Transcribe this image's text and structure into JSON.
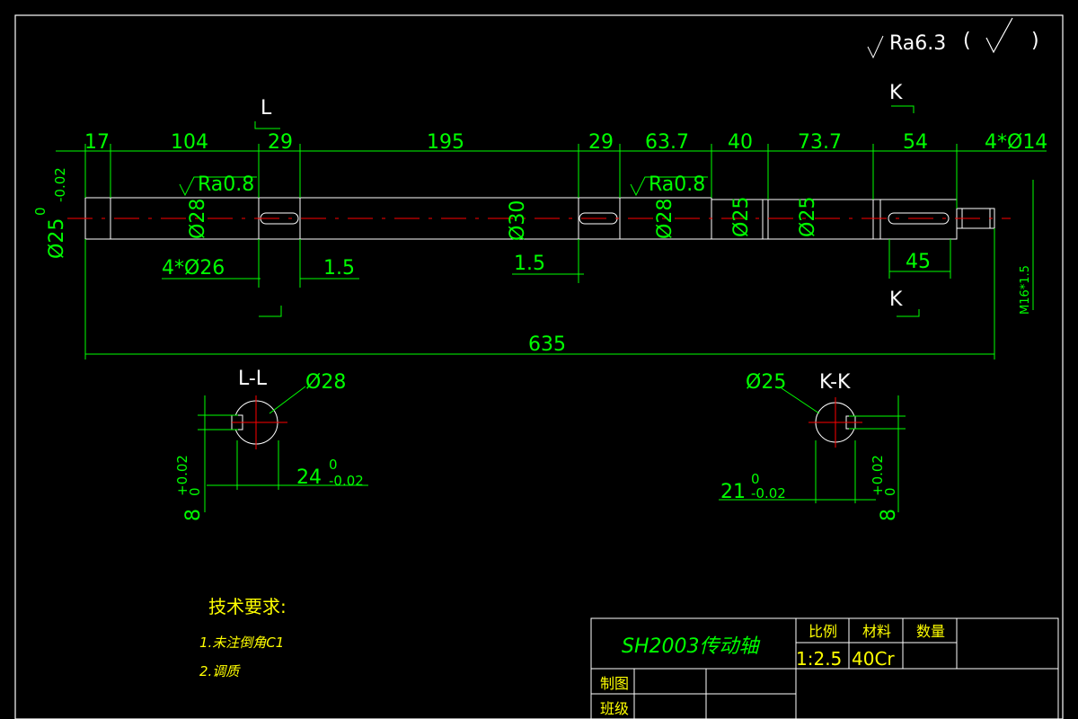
{
  "surface_note": {
    "symbol": "Ra6.3",
    "open": "(",
    "close": ")"
  },
  "section_marks": {
    "top_L": "L",
    "top_K": "K",
    "bottom_K": "K"
  },
  "dims_top": {
    "d17": "17",
    "d104": "104",
    "d29a": "29",
    "d195": "195",
    "d29b": "29",
    "d63_7": "63.7",
    "d40": "40",
    "d73_7": "73.7",
    "d54": "54",
    "d4x14": "4*Ø14"
  },
  "roughness": {
    "left": "Ra0.8",
    "right": "Ra0.8"
  },
  "diameters": {
    "left_tol_top": "0",
    "left_tol_bot": "-0.02",
    "left_dia": "Ø25",
    "d28a": "Ø28",
    "d30": "Ø30",
    "d28b": "Ø28",
    "d25a": "Ø25",
    "d25b": "Ø25"
  },
  "dims_bottom": {
    "d4x26": "4*Ø26",
    "d1_5a": "1.5",
    "d1_5b": "1.5",
    "d45": "45",
    "thread": "M16*1.5",
    "overall": "635"
  },
  "section_LL": {
    "title": "L-L",
    "dia": "Ø28",
    "width": "24",
    "width_tol_top": "0",
    "width_tol_bot": "-0.02",
    "key": "8",
    "key_tol_top": "+0.02",
    "key_tol_bot": "0"
  },
  "section_KK": {
    "title": "K-K",
    "dia": "Ø25",
    "width": "21",
    "width_tol_top": "0",
    "width_tol_bot": "-0.02",
    "key": "8",
    "key_tol_top": "+0.02",
    "key_tol_bot": "0"
  },
  "tech_requirements": {
    "heading": "技术要求:",
    "item1": "1.未注倒角C1",
    "item2": "2.调质"
  },
  "title_block": {
    "part_name": "SH2003传动轴",
    "scale_label": "比例",
    "material_label": "材料",
    "quantity_label": "数量",
    "scale": "1:2.5",
    "material": "40Cr",
    "drawn_label": "制图",
    "class_label": "班级"
  }
}
